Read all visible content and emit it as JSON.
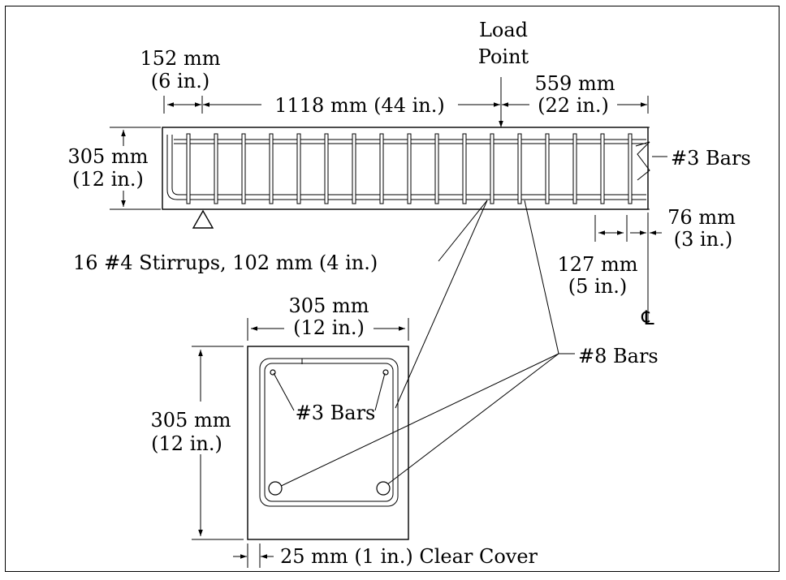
{
  "labels": {
    "load_point_line1": "Load",
    "load_point_line2": "Point",
    "dim_152_mm": "152 mm",
    "dim_152_in": "(6 in.)",
    "dim_1118": "1118 mm (44 in.)",
    "dim_559_mm": "559 mm",
    "dim_559_in": "(22 in.)",
    "dim_305_mm": "305 mm",
    "dim_305_in": "(12 in.)",
    "bars_3_top": "#3 Bars",
    "dim_76_mm": "76 mm",
    "dim_76_in": "(3 in.)",
    "stirrups": "16 #4 Stirrups, 102 mm (4 in.)",
    "dim_127_mm": "127 mm",
    "dim_127_in": "(5 in.)",
    "centerline": "℄",
    "section_width_mm": "305 mm",
    "section_width_in": "(12 in.)",
    "section_height_mm": "305 mm",
    "section_height_in": "(12 in.)",
    "bars_8": "#8 Bars",
    "bars_3_section": "#3 Bars",
    "clear_cover": "25 mm (1 in.) Clear Cover"
  }
}
